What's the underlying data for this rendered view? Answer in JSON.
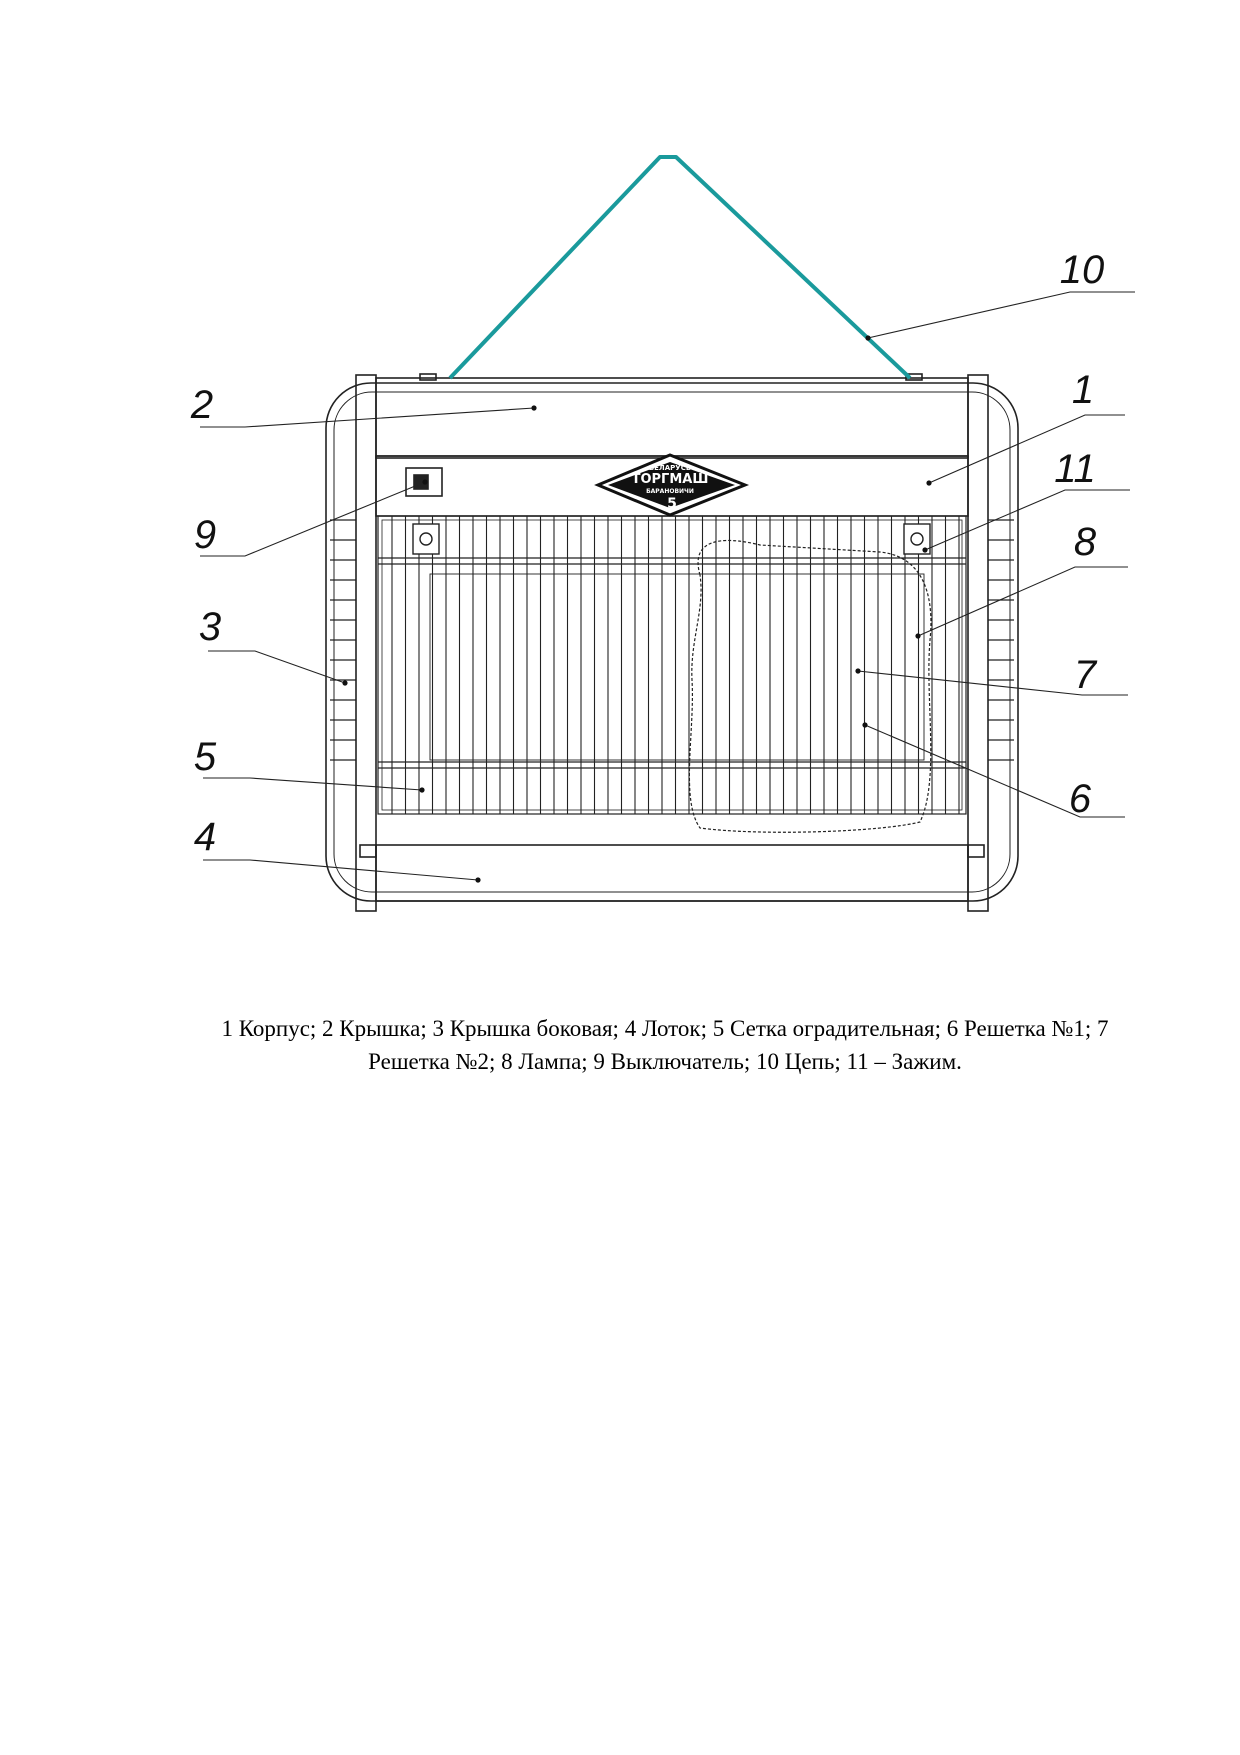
{
  "callouts": [
    {
      "num": "1"
    },
    {
      "num": "2"
    },
    {
      "num": "3"
    },
    {
      "num": "4"
    },
    {
      "num": "5"
    },
    {
      "num": "6"
    },
    {
      "num": "7"
    },
    {
      "num": "8"
    },
    {
      "num": "9"
    },
    {
      "num": "10"
    },
    {
      "num": "11"
    }
  ],
  "logo": {
    "top": "БЕЛАРУСЬ",
    "brand": "ТОРГМАШ",
    "bottom": "БАРАНОВИЧИ",
    "mark": "5"
  },
  "caption": {
    "line1": "1 Корпус; 2 Крышка; 3 Крышка боковая; 4 Лоток; 5 Сетка оградительная; 6 Решетка №1; 7",
    "line2": "Решетка №2; 8 Лампа; 9 Выключатель; 10 Цепь; 11 – Зажим."
  },
  "colors": {
    "chain": "#1a9a9c",
    "lines": "#222222"
  }
}
